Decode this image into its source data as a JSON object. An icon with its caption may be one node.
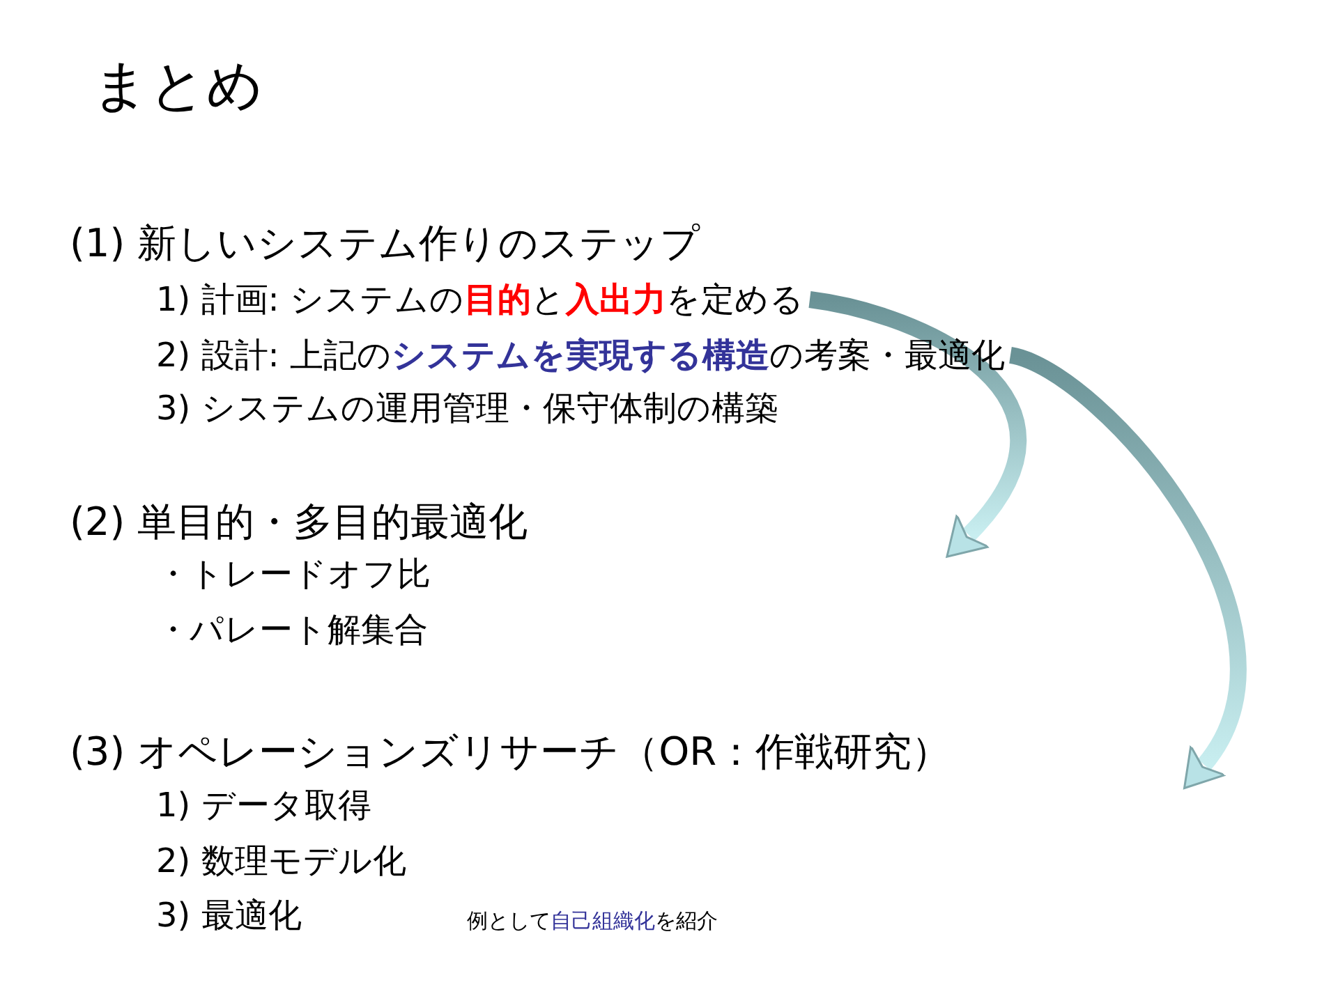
{
  "diagram": {
    "title": "まとめ",
    "nodes": [
      {
        "text": [
          "1) 計画: システムの**目的**と**入出力**を定める"
        ]
      },
      {
        "text": [
          "2) 設計: 上記の**システムを実現する構造**の考案・最適化"
        ]
      },
      {
        "text": [
          "(2) 単目的・多目的最適化"
        ]
      },
      {
        "text": [
          "(3) オペレーションズリサーチ（OR：作戦研究）"
        ]
      }
    ],
    "edges": [
      {
        "from": 0,
        "to": null,
        "arrow": "to",
        "style": "thick"
      },
      {
        "from": 1,
        "to": null,
        "arrow": "to",
        "style": "thick"
      }
    ],
    "labels": [
      "(1) 新しいシステム作りのステップ",
      "3) システムの運用管理・保守体制の構築",
      "・トレードオフ比",
      "・パレート解集合",
      "1) データ取得",
      "2) 数理モデル化",
      "3) 最適化",
      "例として**自己組織化**を紹介"
    ]
  }
}
